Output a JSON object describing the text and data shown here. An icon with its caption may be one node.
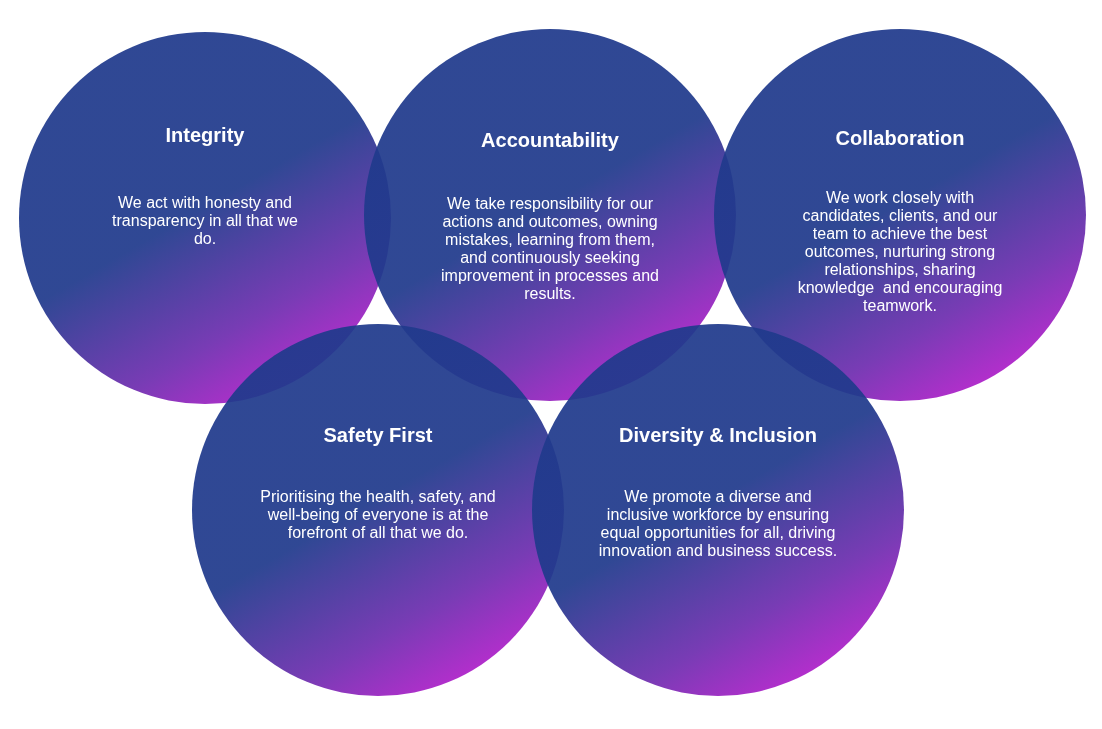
{
  "diagram": {
    "nodes": [
      {
        "text": [
          "Integrity",
          "We act with honesty and transparency in all that we do."
        ]
      },
      {
        "text": [
          "Accountability",
          "We take responsibility for our actions and outcomes, owning mistakes, learning from them, and continuously seeking improvement in processes and results."
        ]
      },
      {
        "text": [
          "Collaboration",
          "We work closely with candidates, clients, and our team to achieve the best outcomes, nurturing strong relationships, sharing knowledge  and encouraging teamwork."
        ]
      },
      {
        "text": [
          "Safety First",
          "Prioritising the health, safety, and well-being of everyone is at the forefront of all that we do."
        ]
      },
      {
        "text": [
          "Diversity & Inclusion",
          "We promote a diverse and inclusive workforce by ensuring equal opportunities for all, driving innovation and business success."
        ]
      }
    ]
  }
}
